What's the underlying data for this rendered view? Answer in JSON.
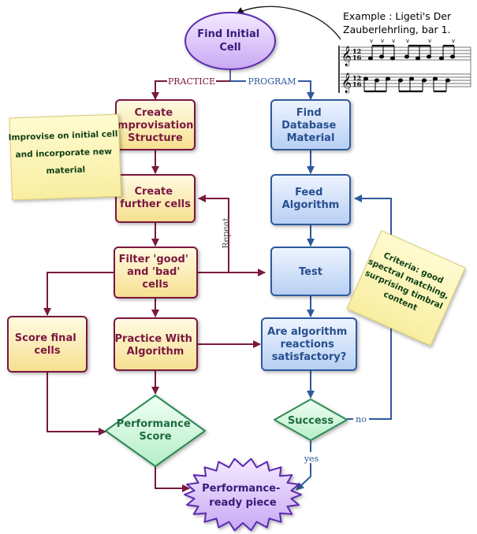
{
  "nodes": {
    "find_initial_cell": [
      "Find Initial",
      "Cell"
    ],
    "create_improvisation_structure": [
      "Create",
      "Improvisation",
      "Structure"
    ],
    "create_further_cells": [
      "Create",
      "further cells"
    ],
    "filter_cells": [
      "Filter 'good'",
      "and 'bad'",
      "cells"
    ],
    "score_final_cells": [
      "Score final",
      "cells"
    ],
    "practice_with_algorithm": [
      "Practice With",
      "Algorithm"
    ],
    "performance_score": [
      "Performance",
      "Score"
    ],
    "performance_ready_piece": [
      "Performance-",
      "ready piece"
    ],
    "find_database_material": [
      "Find",
      "Database",
      "Material"
    ],
    "feed_algorithm": [
      "Feed",
      "Algorithm"
    ],
    "test": [
      "Test"
    ],
    "algorithm_reactions": [
      "Are algorithm",
      "reactions",
      "satisfactory?"
    ],
    "success": [
      "Success"
    ]
  },
  "edge_labels": {
    "practice": "PRACTICE",
    "program": "PROGRAM",
    "repeat": "Repeat",
    "no": "no",
    "yes": "yes"
  },
  "notes": {
    "improvise": [
      "Improvise on initial cell",
      "and incorporate new",
      "material"
    ],
    "criteria": [
      "Criteria: good",
      "spectral matching,",
      "surprising timbral",
      "content"
    ]
  },
  "example": {
    "caption": [
      "Example : Ligeti's Der",
      "Zauberlehrling, bar 1."
    ],
    "time_signature": [
      "12",
      "16"
    ]
  },
  "colors": {
    "maroon": "#7a1840",
    "blue": "#2e5a9c",
    "green": "#2e8a55",
    "purple": "#5a2ab0"
  }
}
